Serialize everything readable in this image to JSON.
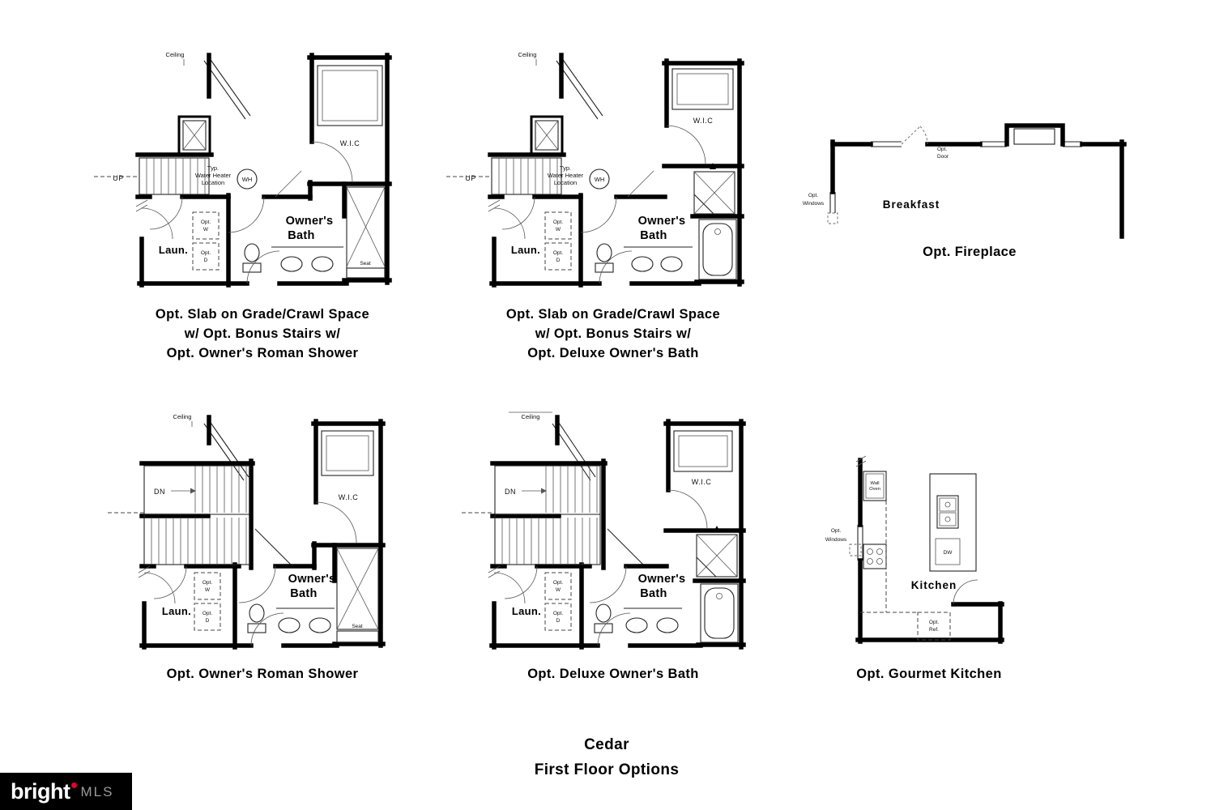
{
  "page": {
    "title_line1": "Cedar",
    "title_line2": "First Floor Options"
  },
  "logo": {
    "brand": "bright",
    "suffix": "MLS"
  },
  "plans": {
    "plan_a": {
      "caption": [
        "Opt. Slab on Grade/Crawl Space",
        "w/ Opt. Bonus Stairs w/",
        "Opt. Owner's Roman Shower"
      ],
      "labels": {
        "ceiling": "Ceiling",
        "up": "UP",
        "typ": "Typ.",
        "water_heater": "Water Heater",
        "location": "Location",
        "wh": "WH",
        "laundry": "Laun.",
        "opt": "Opt.",
        "w": "W",
        "d": "D",
        "owners": "Owner's",
        "bath": "Bath",
        "wic": "W.I.C",
        "seat": "Seat"
      }
    },
    "plan_b": {
      "caption": [
        "Opt. Slab on Grade/Crawl Space",
        "w/ Opt. Bonus Stairs w/",
        "Opt. Deluxe Owner's Bath"
      ],
      "labels": {
        "ceiling": "Ceiling",
        "up": "UP",
        "typ": "Typ.",
        "water_heater": "Water Heater",
        "location": "Location",
        "wh": "WH",
        "laundry": "Laun.",
        "opt": "Opt.",
        "w": "W",
        "d": "D",
        "owners": "Owner's",
        "bath": "Bath",
        "wic": "W.I.C"
      }
    },
    "fireplace": {
      "caption": "Opt. Fireplace",
      "labels": {
        "opt_door_1": "Opt.",
        "opt_door_2": "Door",
        "opt_windows_1": "Opt.",
        "opt_windows_2": "Windows",
        "breakfast": "Breakfast"
      }
    },
    "plan_c": {
      "caption": "Opt. Owner's Roman Shower",
      "labels": {
        "ceiling": "Ceiling",
        "dn": "DN",
        "laundry": "Laun.",
        "opt": "Opt.",
        "w": "W",
        "d": "D",
        "owners": "Owner's",
        "bath": "Bath",
        "wic": "W.I.C",
        "seat": "Seat"
      }
    },
    "plan_d": {
      "caption": "Opt. Deluxe Owner's Bath",
      "labels": {
        "ceiling": "Ceiling",
        "dn": "DN",
        "laundry": "Laun.",
        "opt": "Opt.",
        "w": "W",
        "d": "D",
        "owners": "Owner's",
        "bath": "Bath",
        "wic": "W.I.C"
      }
    },
    "kitchen": {
      "caption": "Opt. Gourmet Kitchen",
      "labels": {
        "wall": "Wall",
        "oven": "Oven",
        "opt_windows_1": "Opt.",
        "opt_windows_2": "Windows",
        "dw": "DW",
        "kitchen": "Kitchen",
        "opt_ref_1": "Opt.",
        "opt_ref_2": "Ref."
      }
    }
  },
  "colors": {
    "wall": "#000000",
    "accent_red": "#e4002b",
    "logo_gray": "#9b9b9b"
  }
}
